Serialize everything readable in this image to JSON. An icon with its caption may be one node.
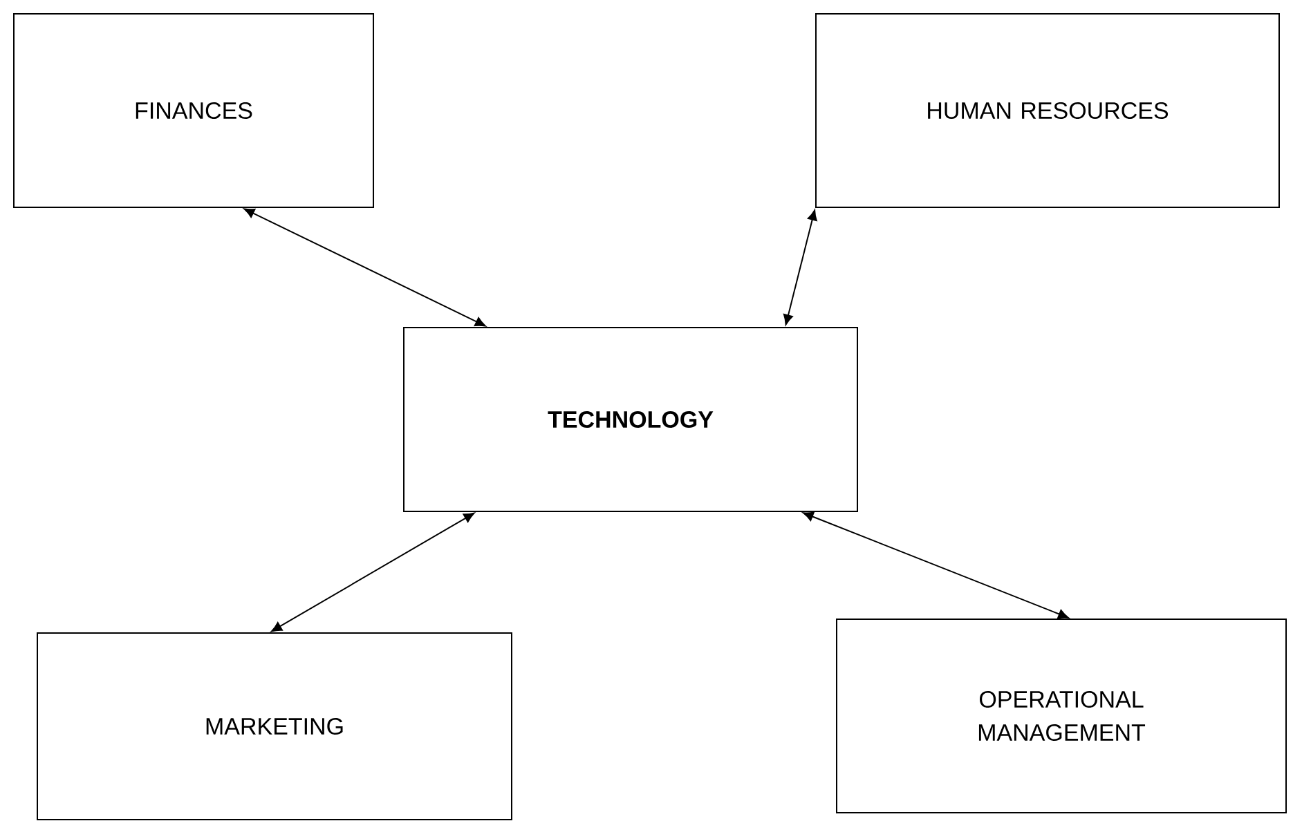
{
  "diagram": {
    "nodes": [
      {
        "text": [
          "FINANCES"
        ]
      },
      {
        "text": [
          "HUMAN RESOURCES"
        ]
      },
      {
        "text": [
          "**TECHNOLOGY**"
        ]
      },
      {
        "text": [
          "MARKETING"
        ]
      },
      {
        "text": [
          "OPERATIONAL MANAGEMENT"
        ]
      }
    ],
    "edges": [
      {
        "from": 0,
        "to": 2,
        "arrow": "both"
      },
      {
        "from": 1,
        "to": 2,
        "arrow": "both"
      },
      {
        "from": 2,
        "to": 3,
        "arrow": "both"
      },
      {
        "from": 2,
        "to": 4,
        "arrow": "both"
      }
    ]
  }
}
